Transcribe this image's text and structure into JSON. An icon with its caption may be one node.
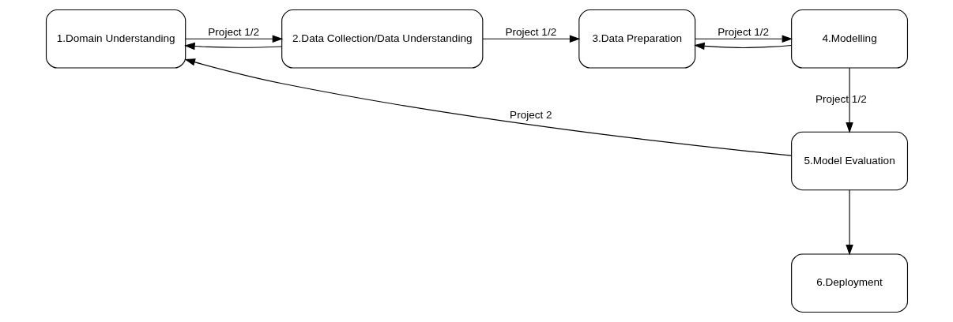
{
  "diagram": {
    "nodes": [
      {
        "text": [
          "1.Domain Understanding"
        ]
      },
      {
        "text": [
          "2.Data Collection/Data Understanding"
        ]
      },
      {
        "text": [
          "3.Data Preparation"
        ]
      },
      {
        "text": [
          "4.Modelling"
        ]
      },
      {
        "text": [
          "5.Model Evaluation"
        ]
      },
      {
        "text": [
          "6.Deployment"
        ]
      }
    ],
    "edges": [
      {
        "from": 0,
        "to": 1,
        "arrow": "to",
        "label": "Project 1/2"
      },
      {
        "from": 1,
        "to": 0,
        "arrow": "to"
      },
      {
        "from": 1,
        "to": 2,
        "arrow": "to",
        "label": "Project 1/2"
      },
      {
        "from": 2,
        "to": 3,
        "arrow": "to",
        "label": "Project 1/2"
      },
      {
        "from": 3,
        "to": 2,
        "arrow": "to"
      },
      {
        "from": 3,
        "to": 4,
        "arrow": "to",
        "label": "Project 1/2"
      },
      {
        "from": 4,
        "to": 0,
        "arrow": "to",
        "label": "Project 2"
      },
      {
        "from": 4,
        "to": 5,
        "arrow": "to"
      }
    ]
  }
}
